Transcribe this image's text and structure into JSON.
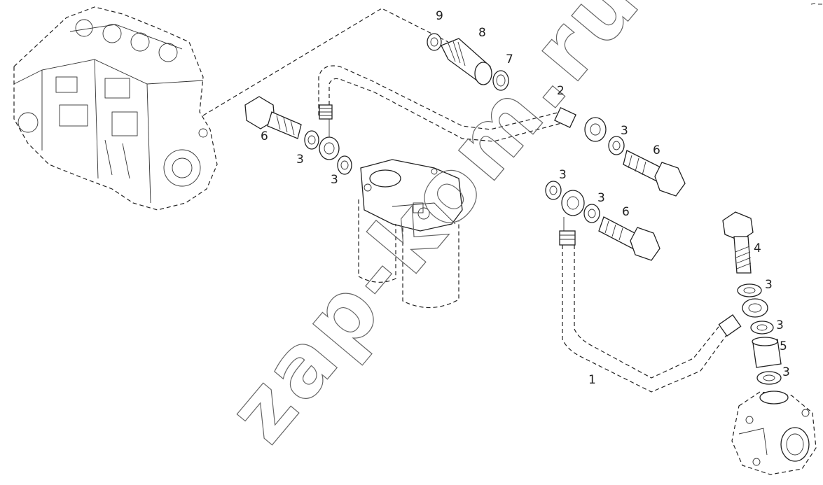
{
  "watermark": "zap-kom.ru",
  "callouts": [
    "1",
    "2",
    "3",
    "4",
    "5",
    "6",
    "7",
    "8",
    "9"
  ],
  "parts": {
    "pipe": "1",
    "pipe_clamp": "2",
    "sealing_washer": "3",
    "banjo_bolt_long": "4",
    "spacer_sleeve": "5",
    "banjo_bolt": "6",
    "washer": "7",
    "adapter_fitting": "8",
    "washer_small": "9"
  }
}
